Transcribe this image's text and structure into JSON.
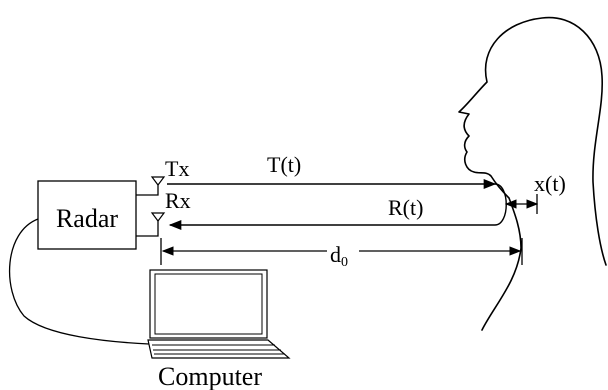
{
  "radar_label": "Radar",
  "tx_label": "Tx",
  "rx_label": "Rx",
  "transmit_signal_label": "T(t)",
  "receive_signal_label": "R(t)",
  "displacement_label": "x(t)",
  "distance_label_base": "d",
  "distance_label_subscript": "0",
  "computer_label": "Computer"
}
